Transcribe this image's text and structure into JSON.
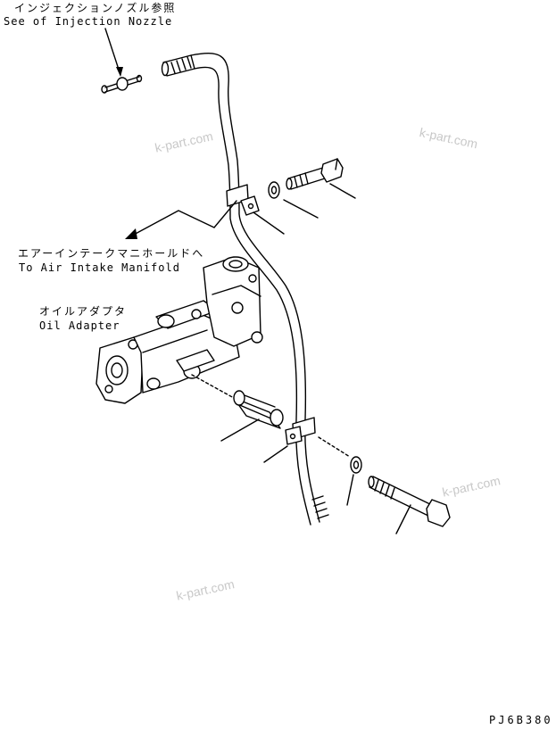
{
  "labels": {
    "injection_nozzle_jp": "インジェクションノズル参照",
    "injection_nozzle_en": "See of Injection Nozzle",
    "air_intake_jp": "エアーインテークマニホールドへ",
    "air_intake_en": "To Air Intake Manifold",
    "oil_adapter_jp": "オイルアダプタ",
    "oil_adapter_en": "Oil Adapter"
  },
  "watermarks": [
    "k-part.com",
    "k-part.com",
    "k-part.com",
    "k-part.com"
  ],
  "drawing_code": "PJ6B380"
}
